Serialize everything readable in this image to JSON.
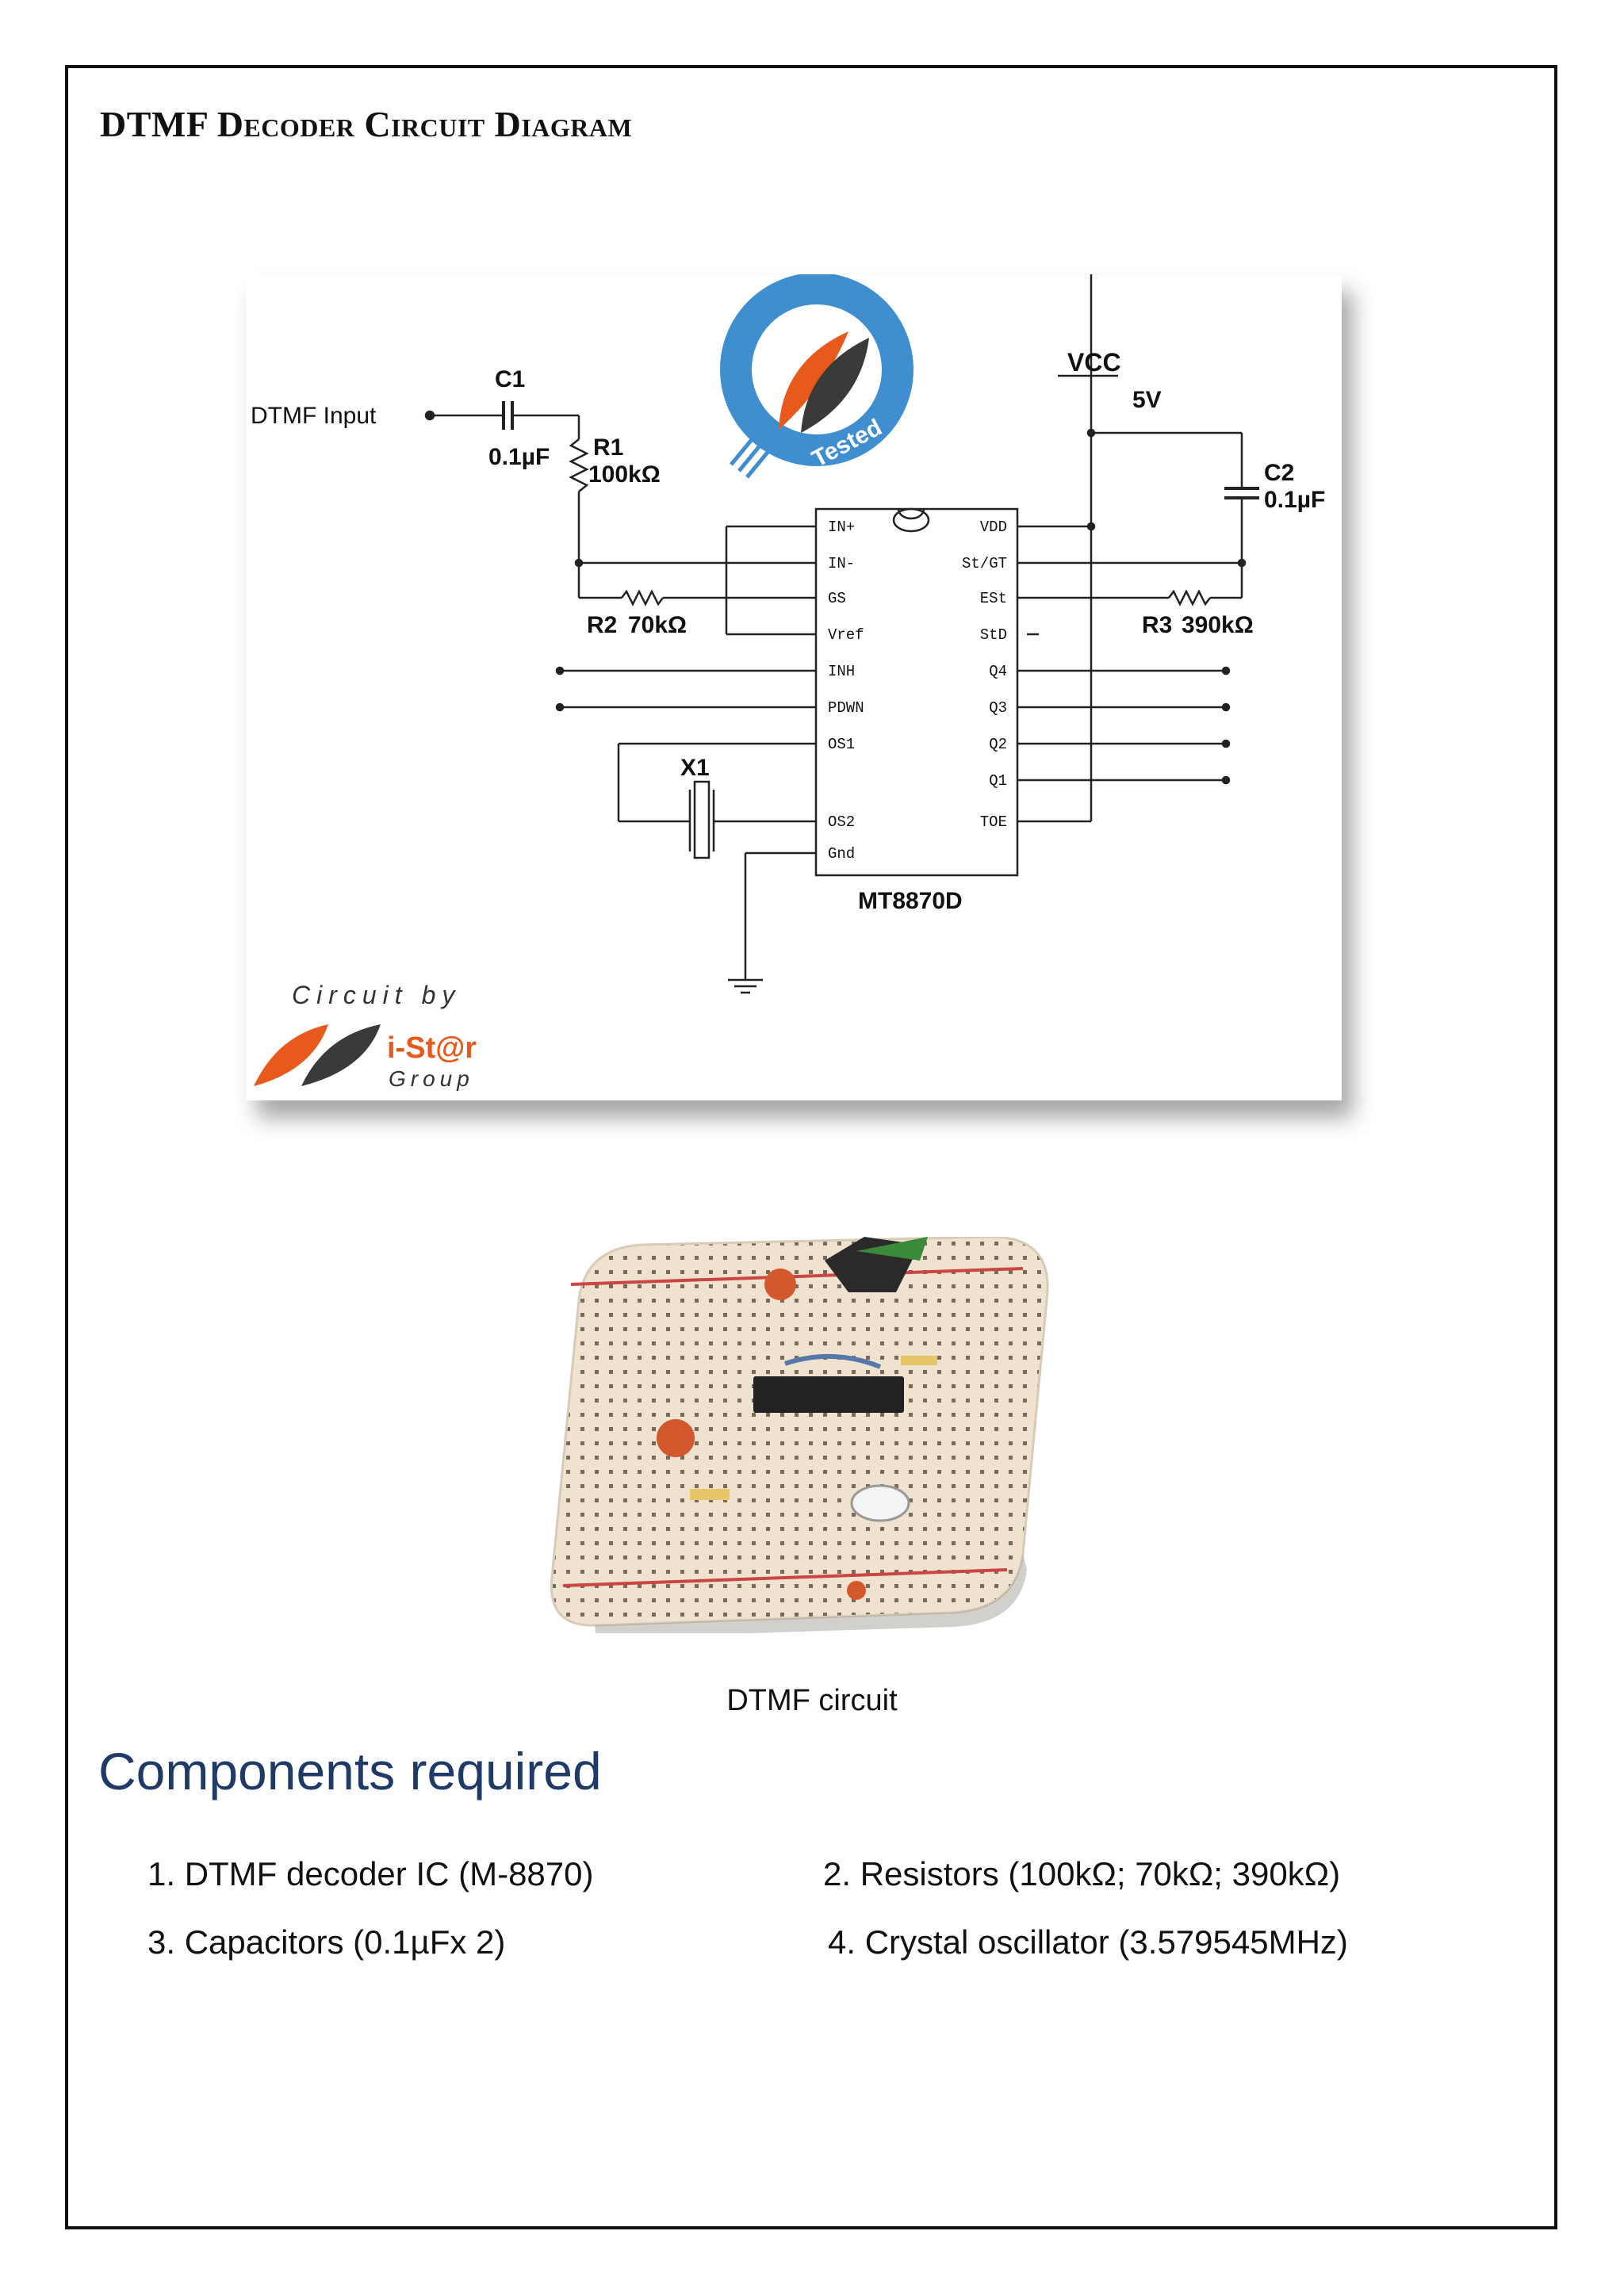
{
  "document": {
    "title": "DTMF Decoder Circuit Diagram"
  },
  "schematic": {
    "input_label": "DTMF Input",
    "c1": {
      "name": "C1",
      "value": "0.1µF"
    },
    "r1": {
      "name": "R1",
      "value": "100kΩ"
    },
    "r2": {
      "name": "R2",
      "value": "70kΩ"
    },
    "r3": {
      "name": "R3",
      "value": "390kΩ"
    },
    "c2": {
      "name": "C2",
      "value": "0.1µF"
    },
    "x1": {
      "name": "X1"
    },
    "vcc": {
      "label": "VCC",
      "value": "5V"
    },
    "ic": {
      "name": "MT8870D",
      "left_pins": [
        "IN+",
        "IN-",
        "GS",
        "Vref",
        "INH",
        "PDWN",
        "OS1",
        "OS2",
        "Gnd"
      ],
      "right_pins": [
        "VDD",
        "St/GT",
        "ESt",
        "StD",
        "Q4",
        "Q3",
        "Q2",
        "Q1",
        "TOE"
      ]
    },
    "badge": {
      "top_text": "i-St@r",
      "bottom_text": "Tested"
    },
    "credit": {
      "line1": "Circuit by",
      "brand": "i-St@r",
      "line2": "Group"
    }
  },
  "photo": {
    "caption": "DTMF circuit"
  },
  "components": {
    "heading": "Components required",
    "items": [
      "1. DTMF decoder IC (M-8870)",
      "2. Resistors  (100kΩ; 70kΩ; 390kΩ)",
      "3. Capacitors (0.1µFx 2)",
      "4. Crystal oscillator  (3.579545MHz)"
    ]
  },
  "colors": {
    "heading": "#1f3a66",
    "logo_orange": "#e8591c",
    "logo_dark": "#3a3a3a",
    "badge_blue": "#3f8fd0"
  }
}
